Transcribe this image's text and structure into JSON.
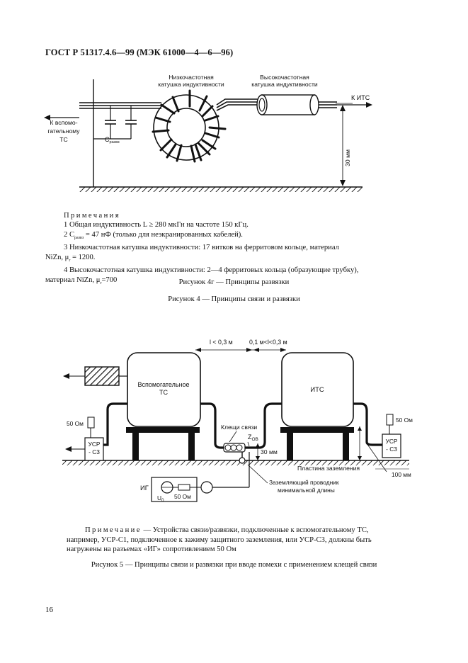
{
  "header": "ГОСТ Р 51317.4.6—99 (МЭК 61000—4—6—96)",
  "fig4g": {
    "lf_coil_line1": "Низкочастотная",
    "lf_coil_line2": "катушка индуктивности",
    "hf_coil_line1": "Высокочастотная",
    "hf_coil_line2": "катушка индуктивности",
    "to_eut": "К ИТС",
    "to_aux_line1": "К вспомо-",
    "to_aux_line2": "гательному",
    "to_aux_line3": "ТС",
    "c_label": "C",
    "c_sub": "развз",
    "height": "30 мм"
  },
  "notes": {
    "heading": "Примечания",
    "n1": "1 Общая индуктивность L ≥ 280 мкГн на частоте 150 кГц.",
    "n2_a": "2 C",
    "n2_sub": "развз",
    "n2_b": " = 47 нФ (только для неэкранированных кабелей).",
    "n3_line1": "3 Низкочастотная катушка индуктивности: 17 витков  на  ферритовом  кольце,   материал",
    "n3_line2_a": "NiZn, μ",
    "n3_line2_sub": "r",
    "n3_line2_b": " = 1200.",
    "n4_line1": "4 Высокочастотная катушка индуктивности: 2—4 ферритовых кольца (образующие трубку),",
    "n4_line2_a": "материал  NiZn,  μ",
    "n4_line2_sub": "r",
    "n4_line2_b": "=700"
  },
  "caption_4g": "Рисунок 4г — Принципы развязки",
  "caption_4": "Рисунок 4 — Принципы связи и развязки",
  "fig5": {
    "dist1": "l < 0,3 м",
    "dist2": "0,1 м<l<0,3 м",
    "aux_line1": "Вспомогательное",
    "aux_line2": "ТС",
    "eut": "ИТС",
    "r_left": "50 Ом",
    "r_right": "50 Ом",
    "cdn_left_line1": "УСР",
    "cdn_left_line2": "- С3",
    "cdn_right_line1": "УСР",
    "cdn_right_line2": "- С3",
    "clamp": "Клещи связи",
    "z_label": "Z",
    "z_sub": "ОВ",
    "h30": "30 мм",
    "ground_plane": "Пластина заземления",
    "d100": "100 мм",
    "gen": "ИГ",
    "u0": "U",
    "u0_sub": "0",
    "gen_r": "50 Ом",
    "ground_wire_line1": "Заземляющий проводник",
    "ground_wire_line2": "минимальной длины"
  },
  "note2": {
    "heading": "Примечание",
    "text1": " — Устройства связи/развязки, подключенные к вспомогательному ТС,",
    "line2": "например, УСР-С1, подключенное к зажиму защитного заземления, или УСР-С3, должны быть",
    "line3": "нагружены на разъемах «ИГ» сопротивлением 50 Ом"
  },
  "caption_5": "Рисунок 5 — Принципы связи и развязки при вводе помехи с применением клещей связи",
  "page_number": "16"
}
